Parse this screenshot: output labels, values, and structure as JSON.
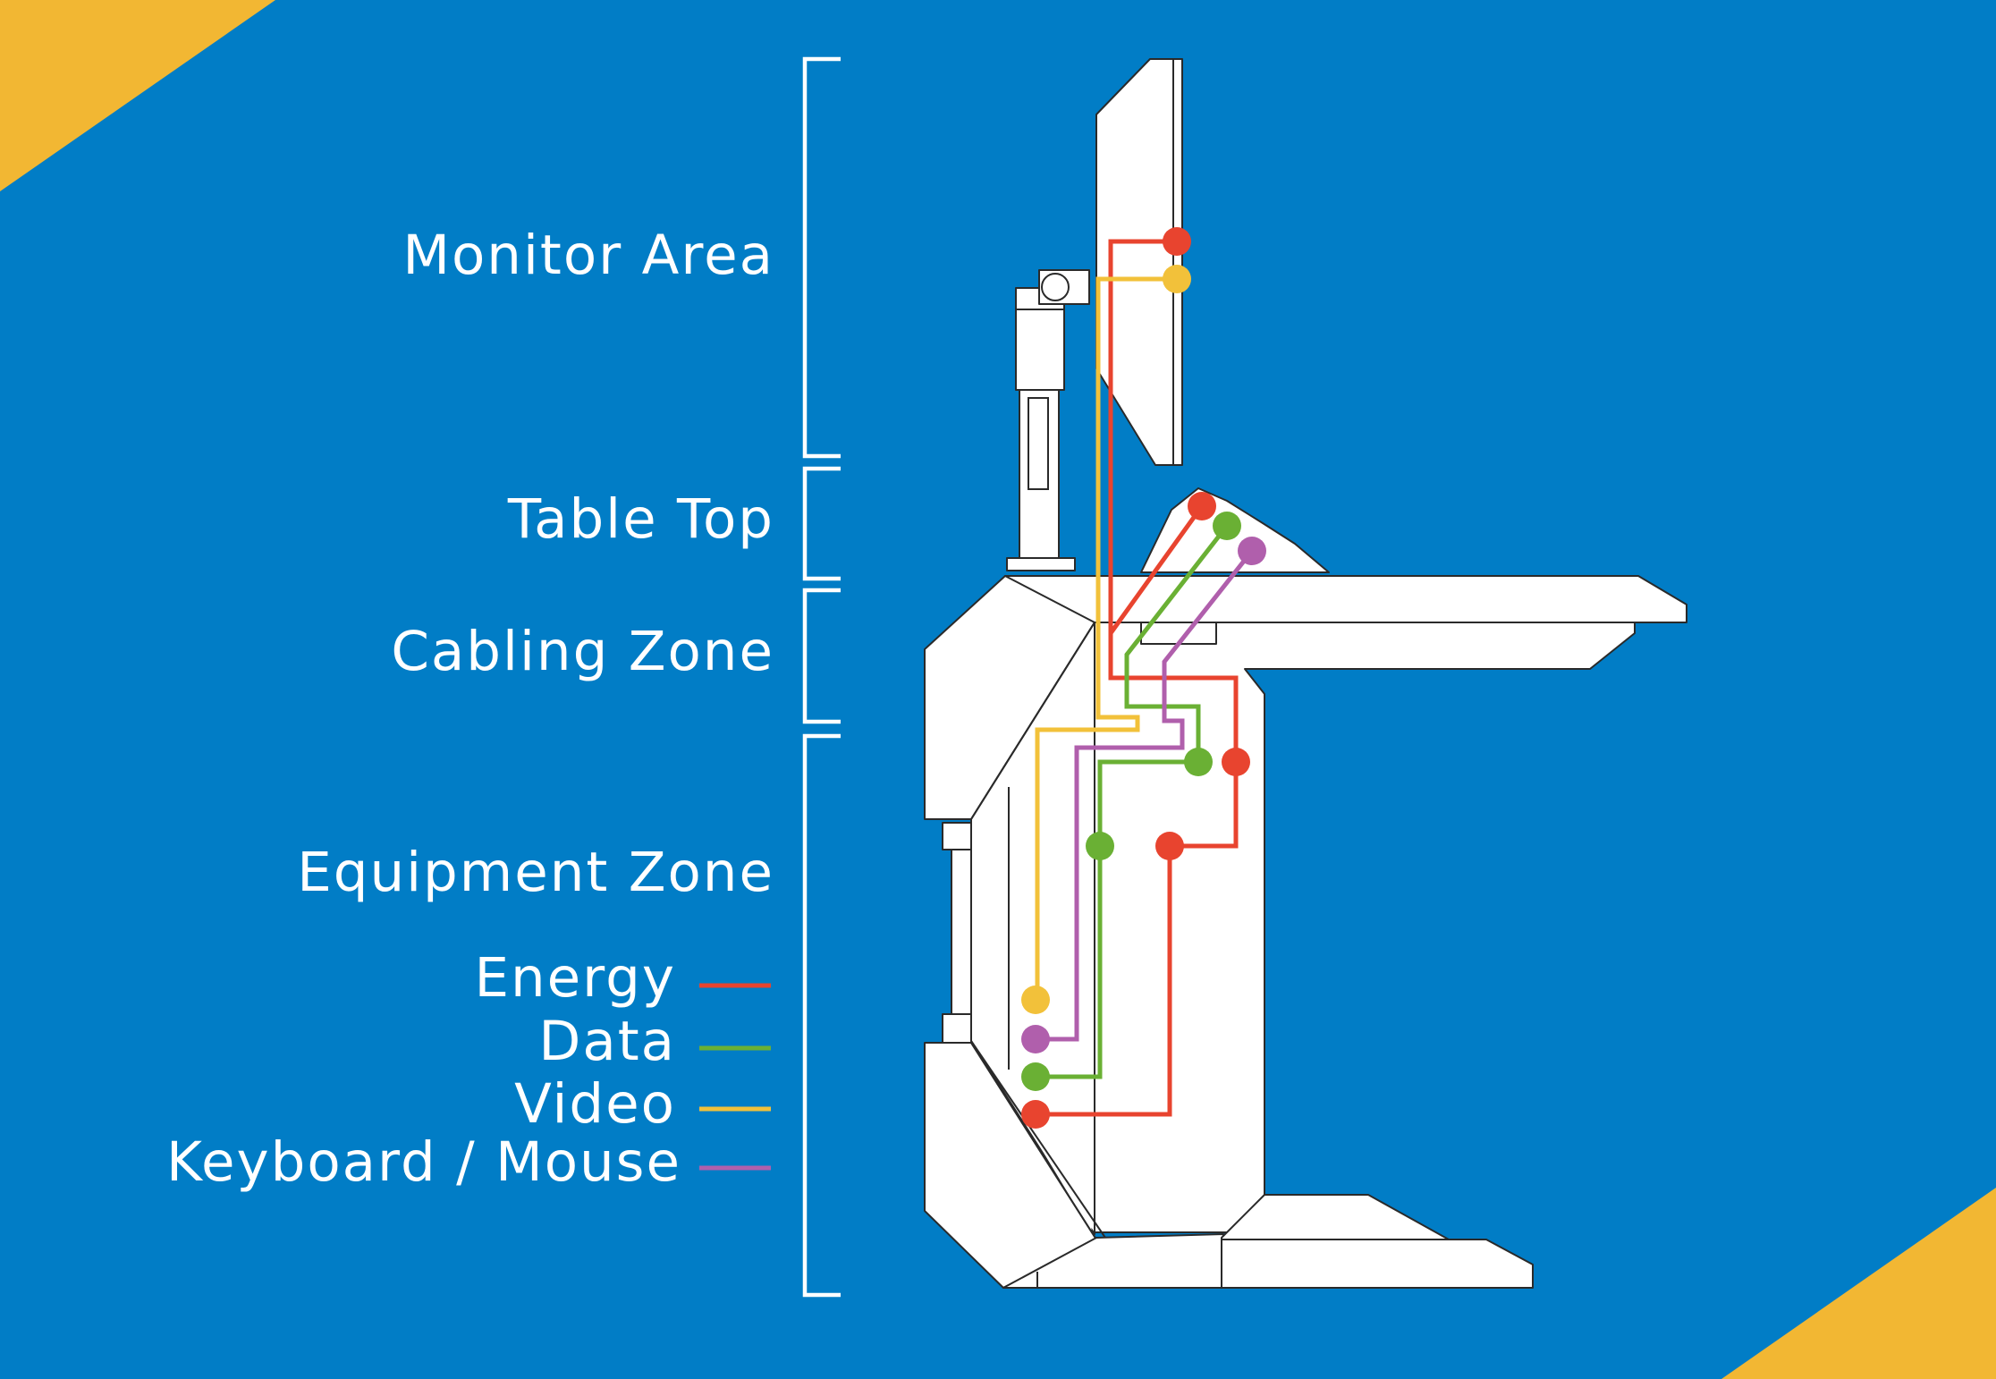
{
  "zones": [
    {
      "id": "monitor",
      "label": "Monitor Area"
    },
    {
      "id": "tabletop",
      "label": "Table Top"
    },
    {
      "id": "cabling",
      "label": "Cabling Zone"
    },
    {
      "id": "equipment",
      "label": "Equipment Zone"
    }
  ],
  "legend": [
    {
      "label": "Energy",
      "color": "#e8442f"
    },
    {
      "label": "Data",
      "color": "#6ab034"
    },
    {
      "label": "Video",
      "color": "#f2c13a"
    },
    {
      "label": "Keyboard / Mouse",
      "color": "#b05fac"
    }
  ],
  "colors": {
    "background": "#017dc6",
    "corner_accent": "#f2b733",
    "furniture": "#ffffff",
    "bracket": "#ffffff"
  }
}
